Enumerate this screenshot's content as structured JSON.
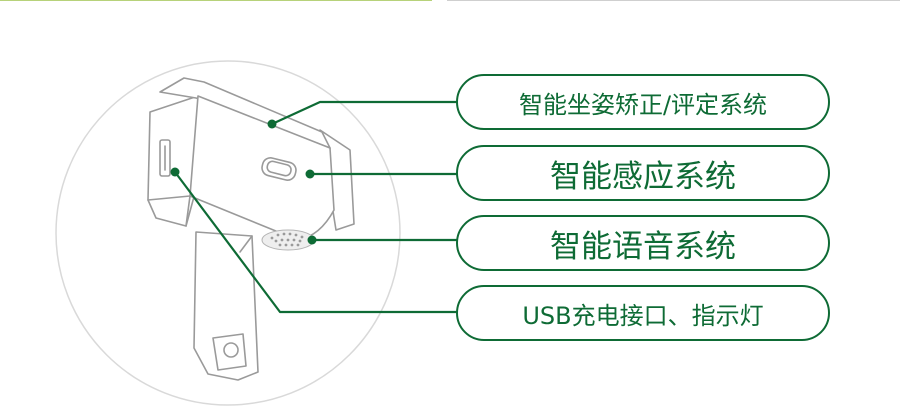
{
  "labels": {
    "posture": "智能坐姿矫正/评定系统",
    "sensing": "智能感应系统",
    "voice": "智能语音系统",
    "usb": "USB充电接口、指示灯"
  },
  "colors": {
    "accent": "#0e6b35",
    "top_rule_left": "#b7d27a",
    "top_rule_right": "#cfcfcf",
    "sketch_stroke": "#9a9a9a",
    "circle_stroke": "#d9d9d9"
  }
}
